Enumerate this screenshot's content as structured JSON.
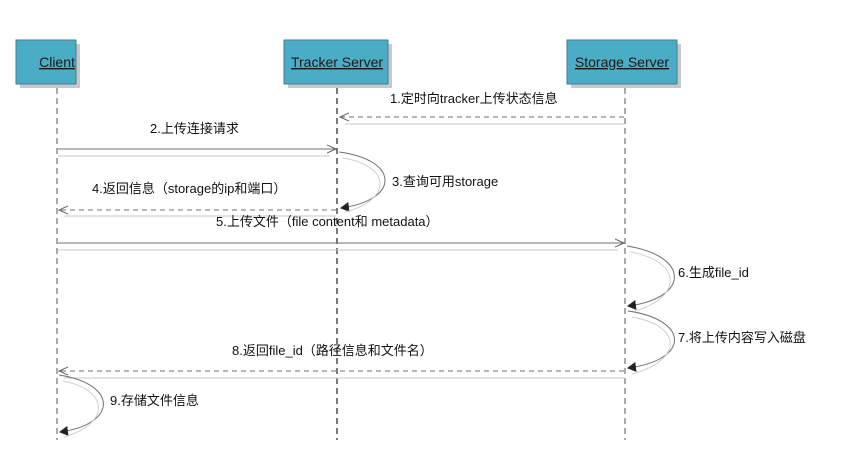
{
  "actors": {
    "client": "Client",
    "tracker": "Tracker Server",
    "storage": "Storage Server"
  },
  "messages": {
    "m1": "1.定时向tracker上传状态信息",
    "m2": "2.上传连接请求",
    "m3": "3.查询可用storage",
    "m4": "4.返回信息（storage的ip和端口）",
    "m5": "5.上传文件（file content和 metadata）",
    "m6": "6.生成file_id",
    "m7": "7.将上传内容写入磁盘",
    "m8": "8.返回file_id（路径信息和文件名）",
    "m9": "9.存储文件信息"
  }
}
